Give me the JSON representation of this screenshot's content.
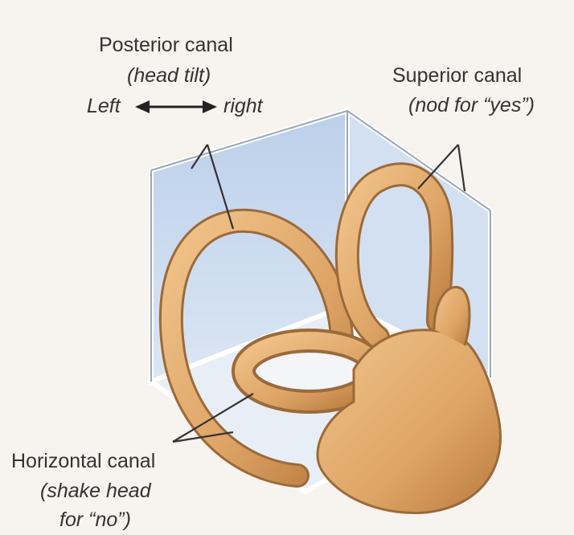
{
  "labels": {
    "posterior": {
      "title": "Posterior canal",
      "motion": "(head tilt)",
      "left": "Left",
      "right": "right"
    },
    "superior": {
      "title": "Superior canal",
      "motion": "(nod for “yes”)"
    },
    "horizontal": {
      "title": "Horizontal canal",
      "motion_line1": "(shake head",
      "motion_line2": "for “no”)"
    }
  },
  "colors": {
    "background": "#f7f3ee",
    "plane_fill": "#c7d8ee",
    "canal_fill": "#e2ae72",
    "canal_outline": "#9b6a3a",
    "leader_lines": "#333333"
  }
}
